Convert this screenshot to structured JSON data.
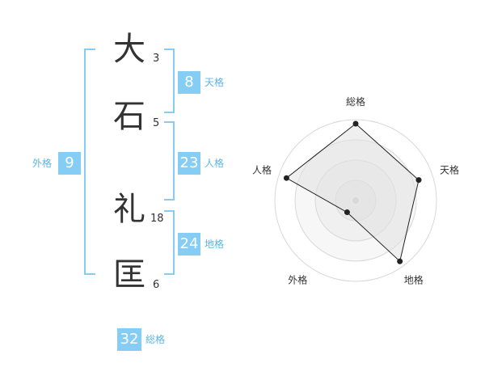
{
  "colors": {
    "accent": "#86cdf6",
    "accent_text": "#5cb4e6",
    "kanji": "#333333"
  },
  "name": {
    "chars": [
      {
        "char": "大",
        "strokes": "3"
      },
      {
        "char": "石",
        "strokes": "5"
      },
      {
        "char": "礼",
        "strokes": "18"
      },
      {
        "char": "匡",
        "strokes": "6"
      }
    ]
  },
  "fortunes": {
    "ten": {
      "value": "8",
      "label": "天格"
    },
    "jin": {
      "value": "23",
      "label": "人格"
    },
    "chi": {
      "value": "24",
      "label": "地格"
    },
    "gai": {
      "value": "9",
      "label": "外格"
    },
    "sou": {
      "value": "32",
      "label": "総格"
    }
  },
  "chart_data": {
    "type": "radar",
    "axes": [
      "総格",
      "天格",
      "地格",
      "外格",
      "人格"
    ],
    "values": [
      0.95,
      0.82,
      0.93,
      0.18,
      0.9
    ],
    "range": [
      0,
      1
    ],
    "rings": 4,
    "grid": true
  }
}
